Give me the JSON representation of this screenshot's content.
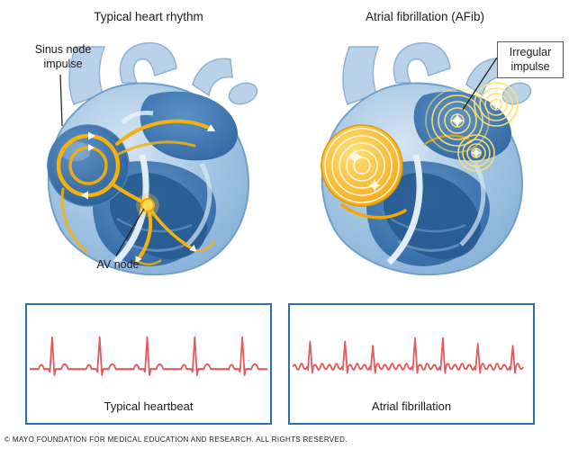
{
  "titles": {
    "left": "Typical heart rhythm",
    "right": "Atrial fibrillation (AFib)"
  },
  "labels": {
    "sinus_node": "Sinus node\nimpulse",
    "av_node": "AV node",
    "irregular": "Irregular\nimpulse"
  },
  "ecg": {
    "left": {
      "caption": "Typical heartbeat",
      "rhythm": "regular",
      "beats": 5
    },
    "right": {
      "caption": "Atrial fibrillation",
      "rhythm": "irregular",
      "spike_positions": [
        16,
        52,
        90,
        136,
        163,
        206,
        243
      ]
    }
  },
  "colors": {
    "ecg_line": "#e4595c",
    "ecg_box_border": "#2e6da8",
    "impulse_yellow": "#f2a800",
    "heart_blue": "#9cc0e0"
  },
  "footer": {
    "copyright": "© MAYO FOUNDATION FOR MEDICAL EDUCATION AND RESEARCH. ALL RIGHTS RESERVED."
  }
}
